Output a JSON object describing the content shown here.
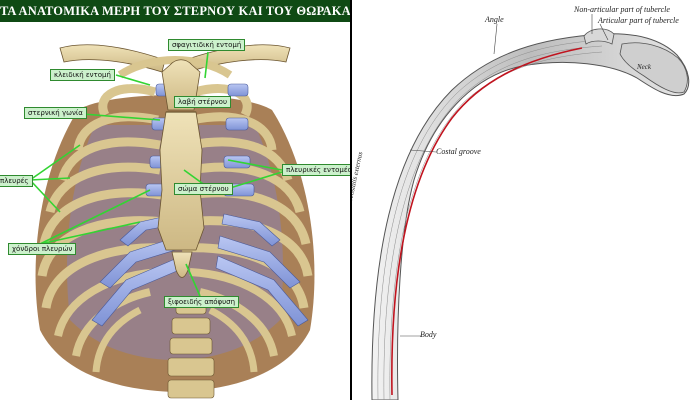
{
  "left": {
    "title": "ΤΑ ΑΝΑΤΟΜΙΚΑ ΜΕΡΗ ΤΟΥ ΣΤΕΡΝΟΥ ΚΑΙ ΤΟΥ ΘΩΡΑΚΑ",
    "labels": {
      "jugular_notch": "σφαγιτιδική εντομή",
      "clavicular_notch": "κλειδική εντομή",
      "manubrium": "λαβή στέρνου",
      "sternal_angle": "στερνική γωνία",
      "ribs": "πλευρές",
      "costal_notches": "πλευρικές εντομές",
      "body_of_sternum": "σώμα στέρνου",
      "costal_cartilages": "χόνδροι πλευρών",
      "xiphoid_process": "ξιφοειδής απόφυση"
    }
  },
  "right": {
    "labels": {
      "angle": "Angle",
      "non_articular": "Non-articular part of tubercle",
      "articular": "Articular part of tubercle",
      "neck": "Neck",
      "costal_groove": "Costal groove",
      "intercostalis": "Intercostalis externus",
      "body": "Body"
    }
  },
  "colors": {
    "title_bg": "#0f4a14",
    "label_bg": "#ccf1cc",
    "label_border": "#2f8a2f",
    "leader_line": "#33d433",
    "bone": "#e3d3a2",
    "cartilage": "#95a8e4",
    "intercostal_muscle": "#9a6a3a",
    "costal_groove_line": "#c0141f"
  }
}
